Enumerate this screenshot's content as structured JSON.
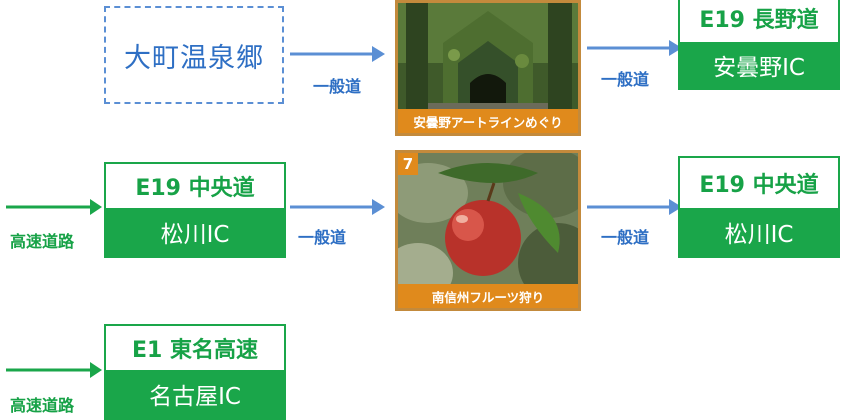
{
  "origin": {
    "label": "大町温泉郷"
  },
  "routes": {
    "local_road": "一般道",
    "expressway": "高速道路"
  },
  "top_photo": {
    "caption": "安曇野アートラインめぐり"
  },
  "middle_photo": {
    "badge": "7",
    "caption": "南信州フルーツ狩り"
  },
  "signs": {
    "top_right": {
      "road": "E19 長野道",
      "ic": "安曇野IC"
    },
    "mid_left": {
      "road": "E19 中央道",
      "ic": "松川IC"
    },
    "mid_right": {
      "road": "E19 中央道",
      "ic": "松川IC"
    },
    "bottom_left": {
      "road": "E1 東名高速",
      "ic": "名古屋IC"
    }
  },
  "colors": {
    "sign_green": "#1aa64a",
    "road_blue": "#5b8fd4",
    "caption_orange": "#e08a1c"
  }
}
